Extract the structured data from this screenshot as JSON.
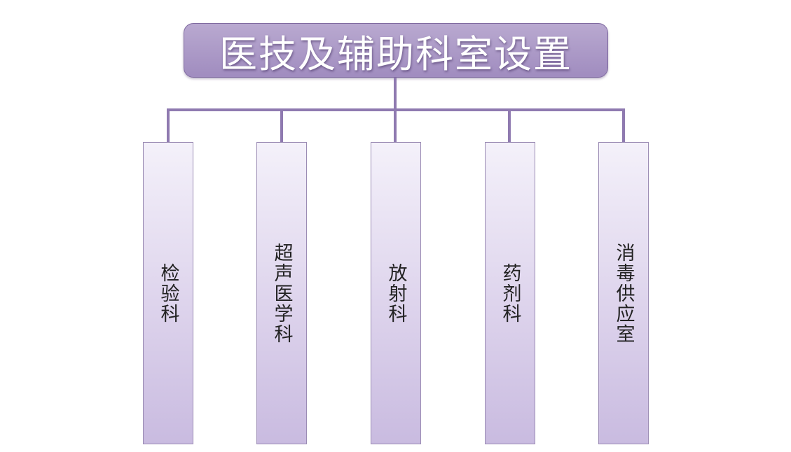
{
  "chart": {
    "title": "医技及辅助科室设置",
    "departments": [
      {
        "label": "检验科"
      },
      {
        "label": "超声医学科"
      },
      {
        "label": "放射科"
      },
      {
        "label": "药剂科"
      },
      {
        "label": "消毒供应室"
      }
    ]
  },
  "colors": {
    "title_fill": "#a08cbf",
    "title_text": "#ffffff",
    "connector": "#8f7ab0",
    "box_top": "#f4f1fa",
    "box_bottom": "#c9bbe0"
  }
}
